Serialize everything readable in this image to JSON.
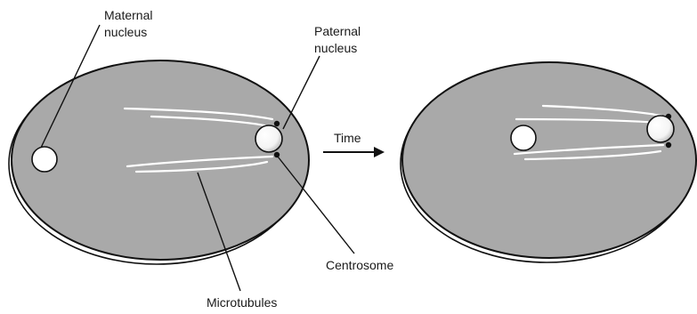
{
  "labels": {
    "maternal_nucleus": [
      "Maternal",
      "nucleus"
    ],
    "paternal_nucleus": [
      "Paternal",
      "nucleus"
    ],
    "time": "Time",
    "centrosome": "Centrosome",
    "microtubules": "Microtubules"
  },
  "colors": {
    "cytoplasm": "#a9a9a9",
    "outline": "#111111",
    "nucleus": "#ffffff",
    "microtubule": "#ffffff"
  }
}
